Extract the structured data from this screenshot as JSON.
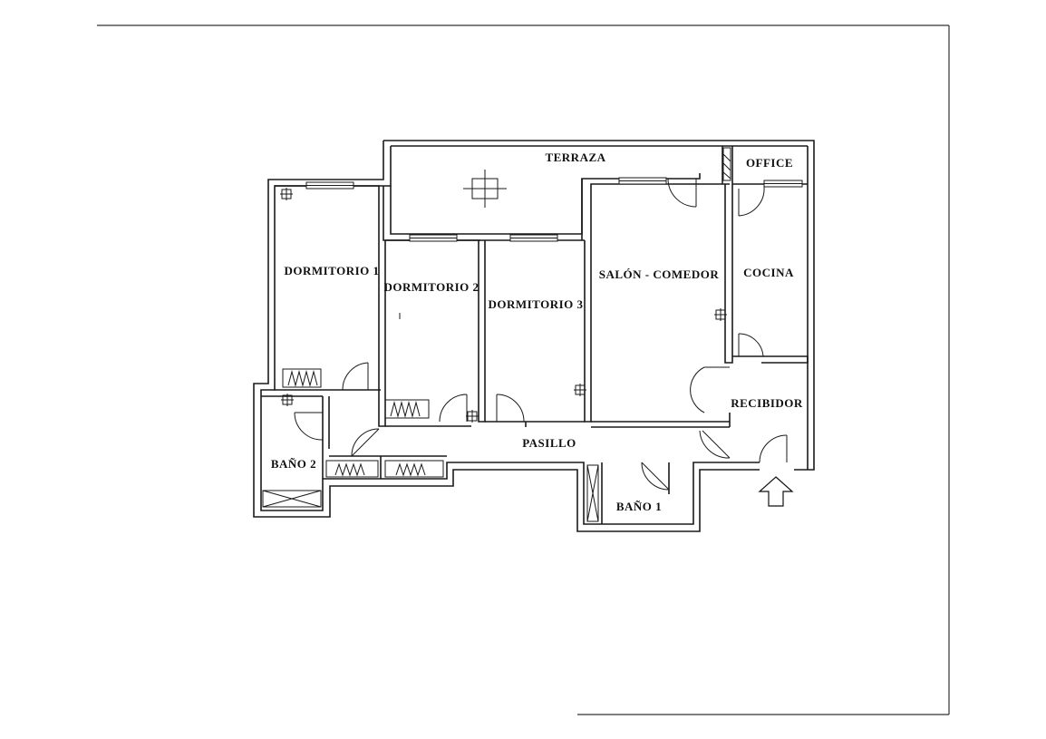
{
  "plan": {
    "rooms": {
      "terraza": "TERRAZA",
      "office": "OFFICE",
      "dormitorio1": "DORMITORIO 1",
      "dormitorio2": "DORMITORIO 2",
      "dormitorio3": "DORMITORIO 3",
      "salon": "SALÓN - COMEDOR",
      "cocina": "COCINA",
      "recibidor": "RECIBIDOR",
      "pasillo": "PASILLO",
      "bano2": "BAÑO 2",
      "bano1": "BAÑO 1"
    },
    "entrance_icon": "up-arrow-icon"
  }
}
